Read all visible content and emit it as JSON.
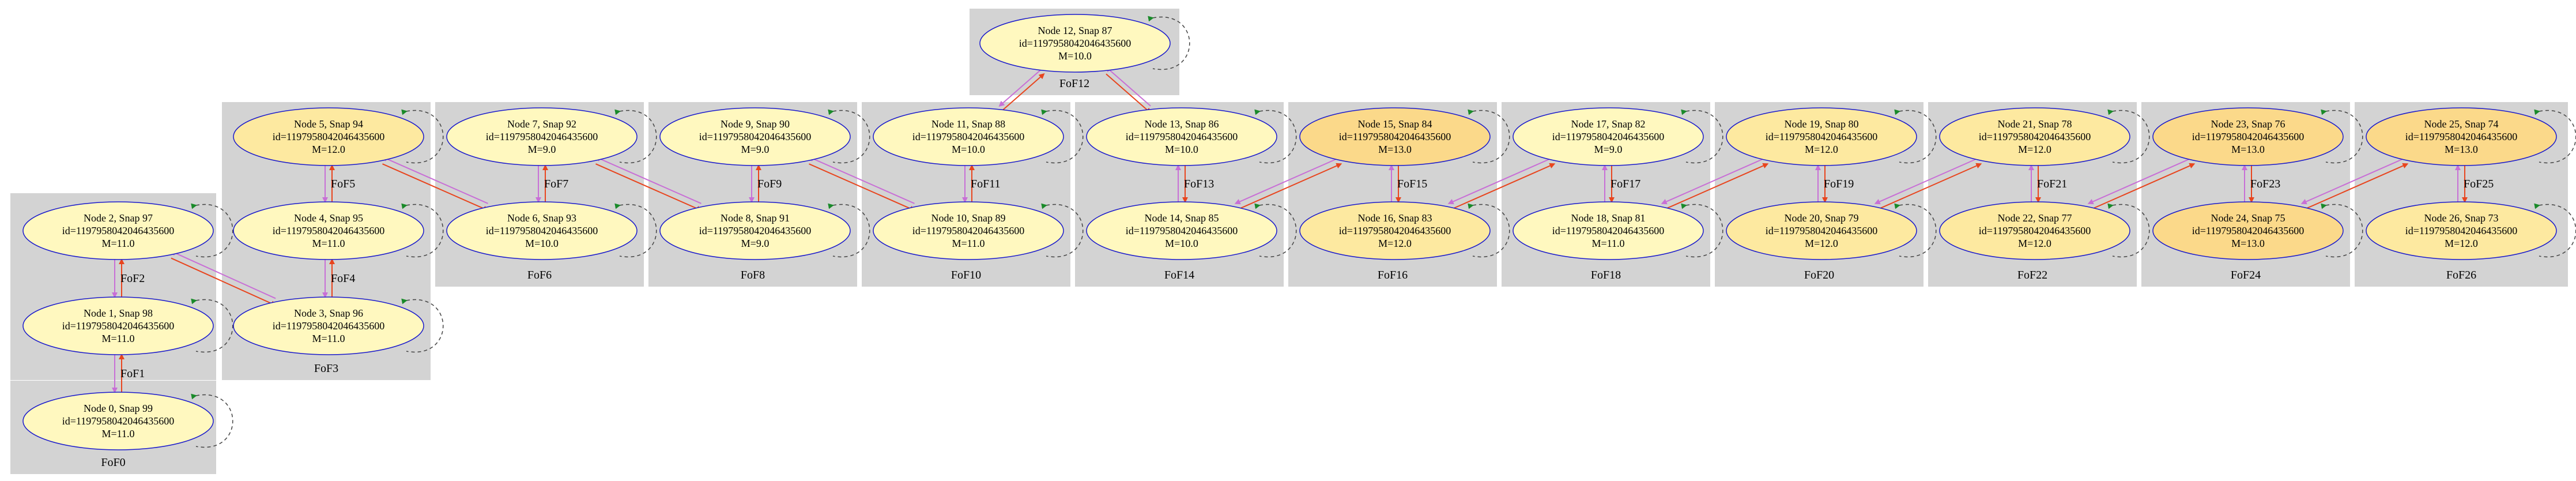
{
  "palette": {
    "cluster_fill": "#d3d3d3",
    "node_fill_light": "#fff8bf",
    "node_fill_mid": "#fde9a0",
    "node_fill_dark": "#fbd98a",
    "node_stroke": "#1a1acc",
    "edge_progenitor": "#e8451e",
    "edge_descendant": "#c86fd6",
    "self_loop": "#444444",
    "self_loop_arrow": "#1a8a2a"
  },
  "nodes": [
    {
      "id": "n0",
      "title": "Node 0, Snap 99",
      "ident": "id=1197958042046435600",
      "mass": "M=11.0",
      "shade": "light"
    },
    {
      "id": "n1",
      "title": "Node 1, Snap 98",
      "ident": "id=1197958042046435600",
      "mass": "M=11.0",
      "shade": "light"
    },
    {
      "id": "n2",
      "title": "Node 2, Snap 97",
      "ident": "id=1197958042046435600",
      "mass": "M=11.0",
      "shade": "light"
    },
    {
      "id": "n3",
      "title": "Node 3, Snap 96",
      "ident": "id=1197958042046435600",
      "mass": "M=11.0",
      "shade": "light"
    },
    {
      "id": "n4",
      "title": "Node 4, Snap 95",
      "ident": "id=1197958042046435600",
      "mass": "M=11.0",
      "shade": "light"
    },
    {
      "id": "n5",
      "title": "Node 5, Snap 94",
      "ident": "id=1197958042046435600",
      "mass": "M=12.0",
      "shade": "mid"
    },
    {
      "id": "n6",
      "title": "Node 6, Snap 93",
      "ident": "id=1197958042046435600",
      "mass": "M=10.0",
      "shade": "light"
    },
    {
      "id": "n7",
      "title": "Node 7, Snap 92",
      "ident": "id=1197958042046435600",
      "mass": "M=9.0",
      "shade": "light"
    },
    {
      "id": "n8",
      "title": "Node 8, Snap 91",
      "ident": "id=1197958042046435600",
      "mass": "M=9.0",
      "shade": "light"
    },
    {
      "id": "n9",
      "title": "Node 9, Snap 90",
      "ident": "id=1197958042046435600",
      "mass": "M=9.0",
      "shade": "light"
    },
    {
      "id": "n10",
      "title": "Node 10, Snap 89",
      "ident": "id=1197958042046435600",
      "mass": "M=11.0",
      "shade": "light"
    },
    {
      "id": "n11",
      "title": "Node 11, Snap 88",
      "ident": "id=1197958042046435600",
      "mass": "M=10.0",
      "shade": "light"
    },
    {
      "id": "n12",
      "title": "Node 12, Snap 87",
      "ident": "id=1197958042046435600",
      "mass": "M=10.0",
      "shade": "light"
    },
    {
      "id": "n13",
      "title": "Node 13, Snap 86",
      "ident": "id=1197958042046435600",
      "mass": "M=10.0",
      "shade": "light"
    },
    {
      "id": "n14",
      "title": "Node 14, Snap 85",
      "ident": "id=1197958042046435600",
      "mass": "M=10.0",
      "shade": "light"
    },
    {
      "id": "n15",
      "title": "Node 15, Snap 84",
      "ident": "id=1197958042046435600",
      "mass": "M=13.0",
      "shade": "dark"
    },
    {
      "id": "n16",
      "title": "Node 16, Snap 83",
      "ident": "id=1197958042046435600",
      "mass": "M=12.0",
      "shade": "mid"
    },
    {
      "id": "n17",
      "title": "Node 17, Snap 82",
      "ident": "id=1197958042046435600",
      "mass": "M=9.0",
      "shade": "light"
    },
    {
      "id": "n18",
      "title": "Node 18, Snap 81",
      "ident": "id=1197958042046435600",
      "mass": "M=11.0",
      "shade": "light"
    },
    {
      "id": "n19",
      "title": "Node 19, Snap 80",
      "ident": "id=1197958042046435600",
      "mass": "M=12.0",
      "shade": "mid"
    },
    {
      "id": "n20",
      "title": "Node 20, Snap 79",
      "ident": "id=1197958042046435600",
      "mass": "M=12.0",
      "shade": "mid"
    },
    {
      "id": "n21",
      "title": "Node 21, Snap 78",
      "ident": "id=1197958042046435600",
      "mass": "M=12.0",
      "shade": "mid"
    },
    {
      "id": "n22",
      "title": "Node 22, Snap 77",
      "ident": "id=1197958042046435600",
      "mass": "M=12.0",
      "shade": "mid"
    },
    {
      "id": "n23",
      "title": "Node 23, Snap 76",
      "ident": "id=1197958042046435600",
      "mass": "M=13.0",
      "shade": "dark"
    },
    {
      "id": "n24",
      "title": "Node 24, Snap 75",
      "ident": "id=1197958042046435600",
      "mass": "M=13.0",
      "shade": "dark"
    },
    {
      "id": "n25",
      "title": "Node 25, Snap 74",
      "ident": "id=1197958042046435600",
      "mass": "M=13.0",
      "shade": "dark"
    },
    {
      "id": "n26",
      "title": "Node 26, Snap 73",
      "ident": "id=1197958042046435600",
      "mass": "M=12.0",
      "shade": "mid"
    }
  ],
  "clusters": [
    {
      "id": "c0",
      "label": "FoF0"
    },
    {
      "id": "c1",
      "label": "FoF3"
    },
    {
      "id": "c2",
      "label": "FoF6"
    },
    {
      "id": "c3",
      "label": "FoF8"
    },
    {
      "id": "c4",
      "label": "FoF10"
    },
    {
      "id": "c5",
      "label": "FoF12"
    },
    {
      "id": "c6",
      "label": "FoF14"
    },
    {
      "id": "c7",
      "label": "FoF16"
    },
    {
      "id": "c8",
      "label": "FoF18"
    },
    {
      "id": "c9",
      "label": "FoF20"
    },
    {
      "id": "c10",
      "label": "FoF22"
    },
    {
      "id": "c11",
      "label": "FoF24"
    },
    {
      "id": "c12",
      "label": "FoF26"
    }
  ],
  "edges": [
    {
      "from": "n0",
      "to": "n1",
      "label": "FoF1"
    },
    {
      "from": "n1",
      "to": "n2",
      "label": "FoF2"
    },
    {
      "from": "n2",
      "to": "n3",
      "label": ""
    },
    {
      "from": "n3",
      "to": "n4",
      "label": "FoF4"
    },
    {
      "from": "n4",
      "to": "n5",
      "label": "FoF5"
    },
    {
      "from": "n5",
      "to": "n6",
      "label": ""
    },
    {
      "from": "n6",
      "to": "n7",
      "label": "FoF7"
    },
    {
      "from": "n7",
      "to": "n8",
      "label": ""
    },
    {
      "from": "n8",
      "to": "n9",
      "label": "FoF9"
    },
    {
      "from": "n9",
      "to": "n10",
      "label": ""
    },
    {
      "from": "n10",
      "to": "n11",
      "label": "FoF11"
    },
    {
      "from": "n11",
      "to": "n12",
      "label": ""
    },
    {
      "from": "n12",
      "to": "n13",
      "label": ""
    },
    {
      "from": "n13",
      "to": "n14",
      "label": "FoF13"
    },
    {
      "from": "n14",
      "to": "n15",
      "label": ""
    },
    {
      "from": "n15",
      "to": "n16",
      "label": "FoF15"
    },
    {
      "from": "n16",
      "to": "n17",
      "label": ""
    },
    {
      "from": "n17",
      "to": "n18",
      "label": "FoF17"
    },
    {
      "from": "n18",
      "to": "n19",
      "label": ""
    },
    {
      "from": "n19",
      "to": "n20",
      "label": "FoF19"
    },
    {
      "from": "n20",
      "to": "n21",
      "label": ""
    },
    {
      "from": "n21",
      "to": "n22",
      "label": "FoF21"
    },
    {
      "from": "n22",
      "to": "n23",
      "label": ""
    },
    {
      "from": "n23",
      "to": "n24",
      "label": "FoF23"
    },
    {
      "from": "n24",
      "to": "n25",
      "label": ""
    },
    {
      "from": "n25",
      "to": "n26",
      "label": "FoF25"
    }
  ]
}
